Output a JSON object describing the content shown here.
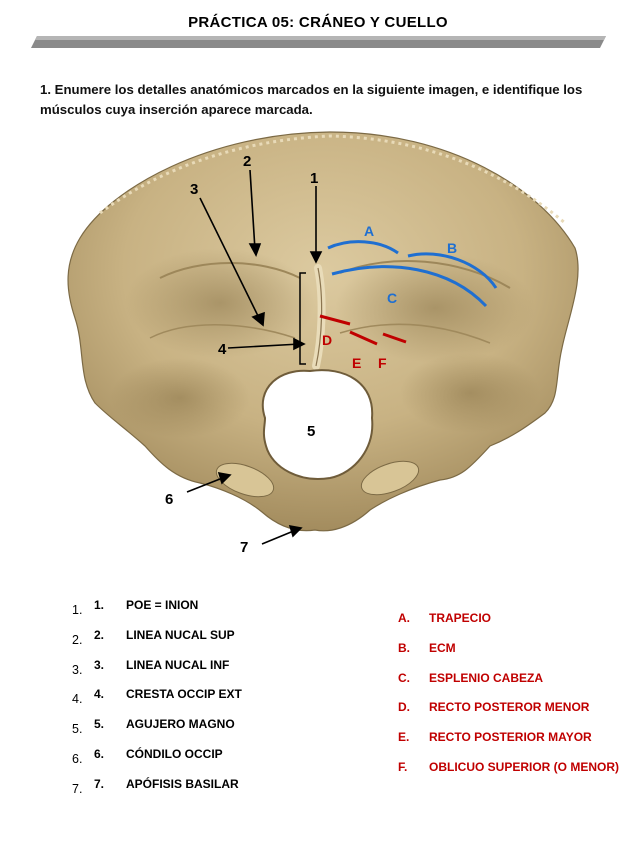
{
  "header": {
    "title": "PRÁCTICA 05:  CRÁNEO Y CUELLO"
  },
  "question": {
    "text": "1. Enumere los detalles anatómicos marcados en la siguiente imagen, e identifique los músculos cuya inserción aparece marcada."
  },
  "figure": {
    "number_labels": [
      "1",
      "2",
      "3",
      "4",
      "5",
      "6",
      "7"
    ],
    "letter_labels": [
      "A",
      "B",
      "C",
      "D",
      "E",
      "F"
    ],
    "colors": {
      "bone": "#c9b487",
      "blue_marks": "#1f6fd1",
      "red_marks": "#c00000"
    }
  },
  "anatomy_list": [
    {
      "outer": "1.",
      "inner": "1.",
      "text": "POE = INION"
    },
    {
      "outer": "2.",
      "inner": "2.",
      "text": "LINEA NUCAL SUP"
    },
    {
      "outer": "3.",
      "inner": "3.",
      "text": "LINEA NUCAL INF"
    },
    {
      "outer": "4.",
      "inner": "4.",
      "text": "CRESTA OCCIP EXT"
    },
    {
      "outer": "5.",
      "inner": "5.",
      "text": "AGUJERO MAGNO"
    },
    {
      "outer": "6.",
      "inner": "6.",
      "text": "CÓNDILO OCCIP"
    },
    {
      "outer": "7.",
      "inner": "7.",
      "text": "APÓFISIS BASILAR"
    }
  ],
  "muscle_list": [
    {
      "letter": "A.",
      "text": "TRAPECIO"
    },
    {
      "letter": "B.",
      "text": "ECM"
    },
    {
      "letter": "C.",
      "text": "ESPLENIO CABEZA"
    },
    {
      "letter": "D.",
      "text": "RECTO POSTEROR MENOR"
    },
    {
      "letter": "E.",
      "text": "RECTO POSTERIOR MAYOR"
    },
    {
      "letter": "F.",
      "text": "OBLICUO SUPERIOR (O MENOR)"
    }
  ]
}
